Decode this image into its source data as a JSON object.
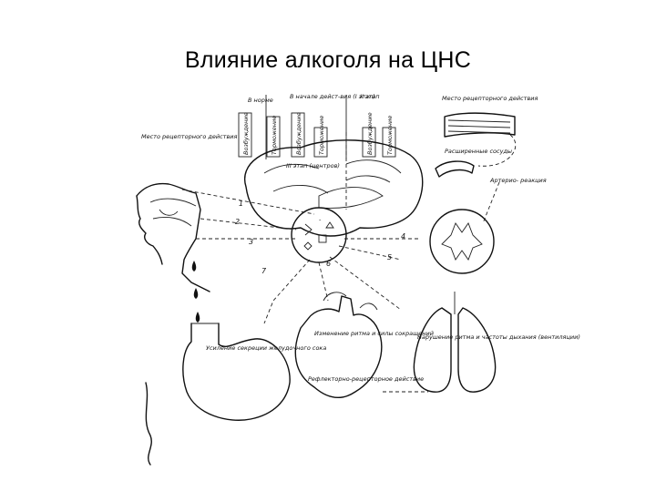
{
  "slide": {
    "title": "Влияние алкоголя на ЦНС"
  },
  "diagram": {
    "stage_norm": "В норме",
    "stage_early": "В начале дейст-вия (I этап)",
    "stage_second": "II этап",
    "stage_third": "III этап (центров)",
    "brain_states": [
      "Возбуждение",
      "Торможение",
      "Возбуждение",
      "Торможение",
      "Возбуждение",
      "Торможение"
    ],
    "receptor_site_left": "Место рецепторного действия",
    "receptor_site_right": "Место рецепторного действия",
    "vessels": "Расширенные сосуды",
    "arterial": "Артерио- реакция",
    "stomach": "Усиление секреции желудочного сока",
    "heart": "Изменение ритма и силы сокращений",
    "heart_bottom": "Рефлекторно-рецепторное действие",
    "lungs": "Нарушение ритма и частоты дыхания (вентиляции)",
    "numbers": [
      "1",
      "2",
      "3",
      "4",
      "5",
      "6",
      "7"
    ]
  }
}
